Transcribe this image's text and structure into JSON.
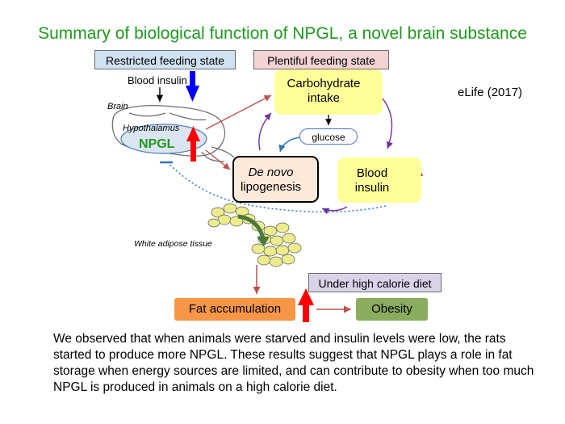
{
  "title": "Summary of biological function of NPGL, a novel brain substance",
  "citation": "eLife (2017)",
  "states": {
    "restricted": "Restricted feeding state",
    "plentiful": "Plentiful feeding state",
    "high_calorie": "Under high calorie diet"
  },
  "labels": {
    "blood_insulin": "Blood insulin",
    "brain": "Brain",
    "hypothalamus": "Hypothalamus",
    "npgl": "NPGL",
    "white_adipose": "White adipose tissue"
  },
  "nodes": {
    "carbohydrate": [
      "Carbohydrate",
      "intake"
    ],
    "glucose": "glucose",
    "blood_insulin": [
      "Blood",
      "insulin"
    ],
    "lipogenesis": [
      "De novo",
      "lipogenesis"
    ],
    "fat": "Fat accumulation",
    "obesity": "Obesity"
  },
  "caption": "We observed that when animals were starved and insulin levels were low, the rats started to produce more NPGL. These results suggest that NPGL plays a role in fat storage when energy sources are limited, and can contribute to obesity when too much NPGL is produced in animals on a high calorie diet.",
  "colors": {
    "title": "#1f9a1f",
    "up_arrow": "#ff0000",
    "down_arrow": "#0000ff",
    "causal_arrow": "#c0504d",
    "cycle_arrow": "#7030a0",
    "inhibition": "#2e75b6"
  }
}
